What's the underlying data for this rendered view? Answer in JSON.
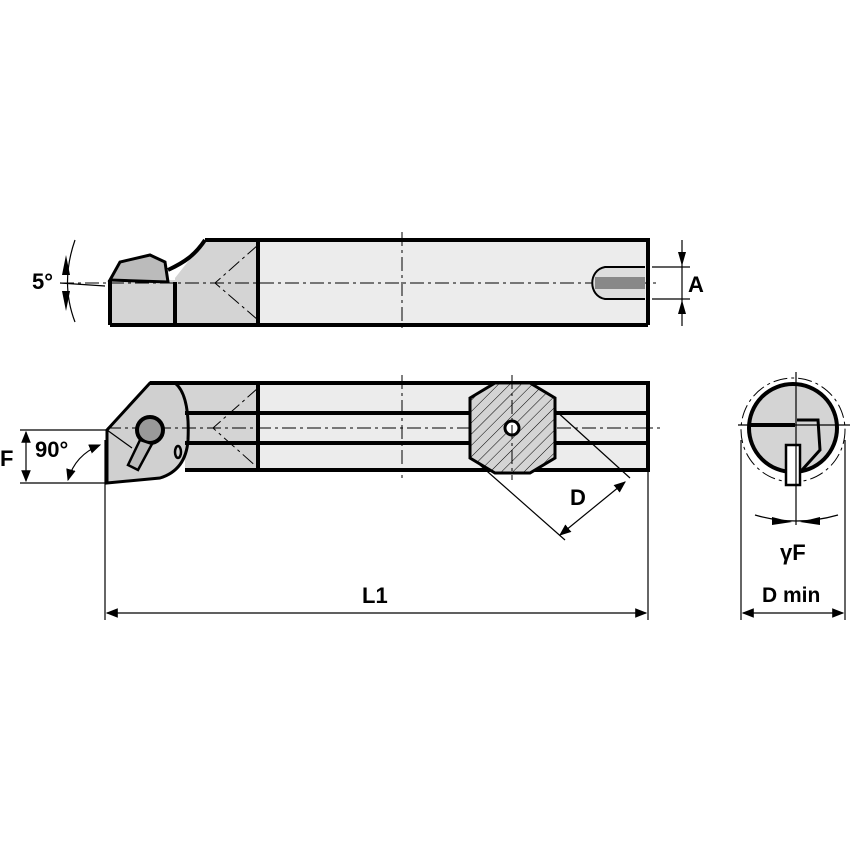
{
  "labels": {
    "angle_top": "5°",
    "dim_a": "A",
    "dim_f": "F",
    "angle_side": "90°",
    "dim_d": "D",
    "dim_l1": "L1",
    "angle_gamma": "γF",
    "dim_dmin": "D min"
  },
  "colors": {
    "shading": "#d4d4d4",
    "light": "#ececec",
    "line": "#000000"
  }
}
